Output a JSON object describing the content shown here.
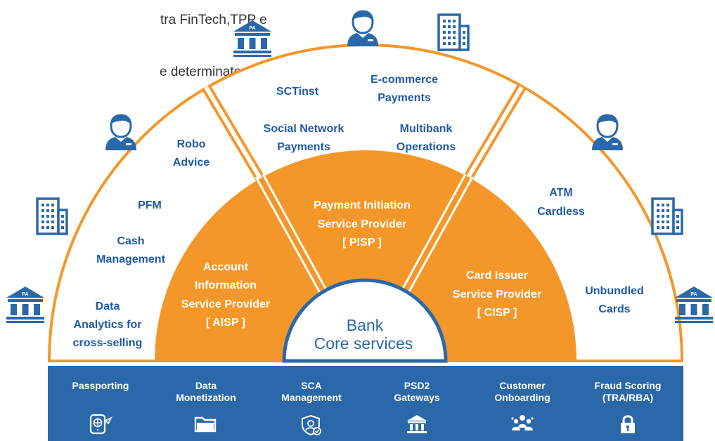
{
  "intro": {
    "line1": "tra FinTech,TPP e",
    "line2": "e determinatezza"
  },
  "colors": {
    "orange": "#f4972a",
    "blue": "#2a68a9",
    "text_blue": "#1f5aa6",
    "white": "#ffffff"
  },
  "core": {
    "line1": "Bank",
    "line2": "Core services"
  },
  "segments": {
    "aisp": {
      "l1": "Account",
      "l2": "Information",
      "l3": "Service Provider",
      "l4": "[ AISP ]"
    },
    "pisp": {
      "l1": "Payment Initiation",
      "l2": "Service Provider",
      "l3": "[ PISP ]"
    },
    "cisp": {
      "l1": "Card Issuer",
      "l2": "Service Provider",
      "l3": "[ CISP ]"
    }
  },
  "outer_left": {
    "robo": [
      "Robo",
      "Advice"
    ],
    "pfm": "PFM",
    "cash": [
      "Cash",
      "Management"
    ],
    "data": [
      "Data",
      "Analytics for",
      "cross-selling"
    ]
  },
  "outer_top": {
    "sctinst": "SCTinst",
    "ecommerce": [
      "E-commerce",
      "Payments"
    ],
    "social": [
      "Social Network",
      "Payments"
    ],
    "multibank": [
      "Multibank",
      "Operations"
    ]
  },
  "outer_right": {
    "atm": [
      "ATM",
      "Cardless"
    ],
    "unbundled": [
      "Unbundled",
      "Cards"
    ]
  },
  "icons": {
    "pa_label": "PA",
    "names": [
      "bank-pa-icon",
      "user-icon",
      "building-icon"
    ]
  },
  "bottom_bar": [
    {
      "l1": "Passporting",
      "l2": "",
      "icon": "passport-icon"
    },
    {
      "l1": "Data",
      "l2": "Monetization",
      "icon": "folder-icon"
    },
    {
      "l1": "SCA",
      "l2": "Management",
      "icon": "shield-check-icon"
    },
    {
      "l1": "PSD2",
      "l2": "Gateways",
      "icon": "bank-icon"
    },
    {
      "l1": "Customer",
      "l2": "Onboarding",
      "icon": "people-icon"
    },
    {
      "l1": "Fraud Scoring",
      "l2": "(TRA/RBA)",
      "icon": "lock-icon"
    }
  ]
}
